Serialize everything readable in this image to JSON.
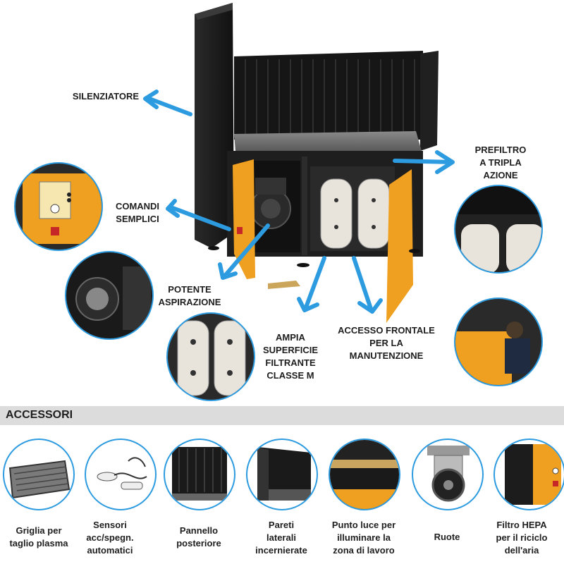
{
  "callouts": {
    "silenziatore": "SILENZIATORE",
    "prefiltro": "PREFILTRO\nA TRIPLA\nAZIONE",
    "comandi": "COMANDI\nSEMPLICI",
    "potente": "POTENTE\nASPIRAZIONE",
    "ampia": "AMPIA\nSUPERFICIE\nFILTRANTE\nCLASSE M",
    "accesso": "ACCESSO FRONTALE\nPER LA\nMANUTENZIONE"
  },
  "accessories": {
    "title": "ACCESSORI",
    "items": [
      {
        "label": "Griglia per\ntaglio plasma"
      },
      {
        "label": "Sensori\nacc/spegn.\nautomatici"
      },
      {
        "label": "Pannello\nposteriore"
      },
      {
        "label": "Pareti\nlaterali\nincernierate"
      },
      {
        "label": "Punto luce per\nilluminare la\nzona di lavoro"
      },
      {
        "label": "Ruote"
      },
      {
        "label": "Filtro HEPA\nper il riciclo\ndell'aria"
      }
    ]
  },
  "colors": {
    "accent_blue": "#2d9be0",
    "machine_orange": "#f0a020",
    "machine_black": "#1c1c1c",
    "section_gray": "#dcdcdc"
  }
}
